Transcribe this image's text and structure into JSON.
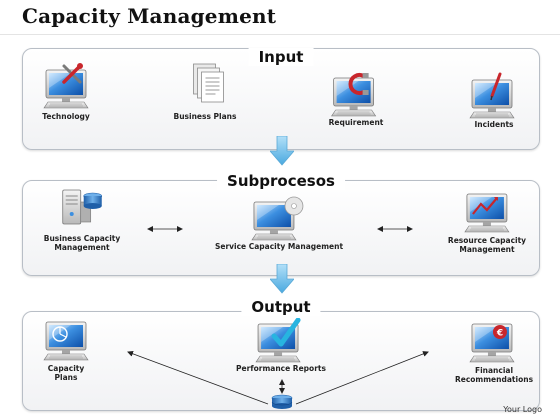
{
  "title": "Capacity Management",
  "sections": {
    "input": {
      "label": "Input",
      "items": [
        {
          "label": "Technology",
          "icon": "monitor-tools-icon"
        },
        {
          "label": "Business Plans",
          "icon": "documents-icon"
        },
        {
          "label": "Requirement",
          "icon": "monitor-magnet-icon"
        },
        {
          "label": "Incidents",
          "icon": "monitor-pen-icon"
        }
      ]
    },
    "subprocesos": {
      "label": "Subprocesos",
      "items": [
        {
          "line1": "Business Capacity",
          "line2": "Management",
          "icon": "server-database-icon"
        },
        {
          "line1": "Service Capacity Management",
          "icon": "monitor-disc-icon"
        },
        {
          "line1": "Resource Capacity",
          "line2": "Management",
          "icon": "monitor-chart-icon"
        }
      ]
    },
    "output": {
      "label": "Output",
      "items": [
        {
          "line1": "Capacity",
          "line2": "Plans",
          "icon": "monitor-pie-icon"
        },
        {
          "line1": "Performance Reports",
          "icon": "monitor-check-icon"
        },
        {
          "line1": "Financial",
          "line2": "Recommendations",
          "icon": "monitor-euro-icon"
        }
      ],
      "hub_icon": "database-icon"
    }
  },
  "colors": {
    "arrow_fill": "#7fc6ec",
    "screen_blue": "#2f7fd0",
    "accent_red": "#c8262c",
    "check_cyan": "#27b4e0"
  },
  "footer": "Your Logo"
}
